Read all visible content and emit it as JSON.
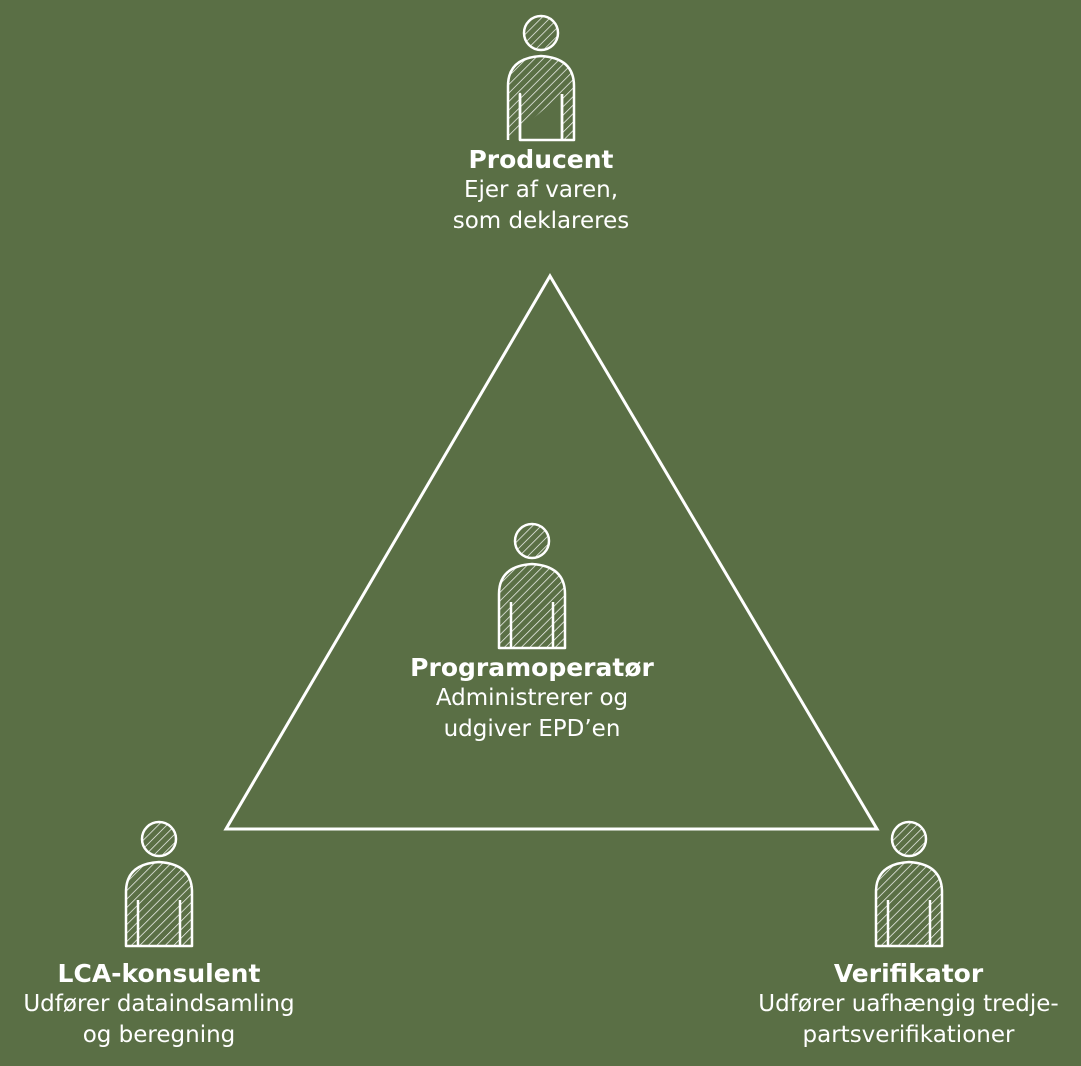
{
  "colors": {
    "background": "#5a6f45",
    "foreground": "#ffffff"
  },
  "diagram": {
    "shape": "triangle",
    "icon_name": "person-icon",
    "roles": {
      "producer": {
        "title": "Producent",
        "desc_line1": "Ejer af varen,",
        "desc_line2": "som deklareres"
      },
      "operator": {
        "title": "Programoperatør",
        "desc_line1": "Administrerer og",
        "desc_line2": "udgiver EPD’en"
      },
      "lca": {
        "title": "LCA-konsulent",
        "desc_line1": "Udfører dataindsamling",
        "desc_line2": "og beregning"
      },
      "verifier": {
        "title": "Verifikator",
        "desc_line1": "Udfører uafhængig tredje-",
        "desc_line2": "partsverifikationer"
      }
    }
  }
}
